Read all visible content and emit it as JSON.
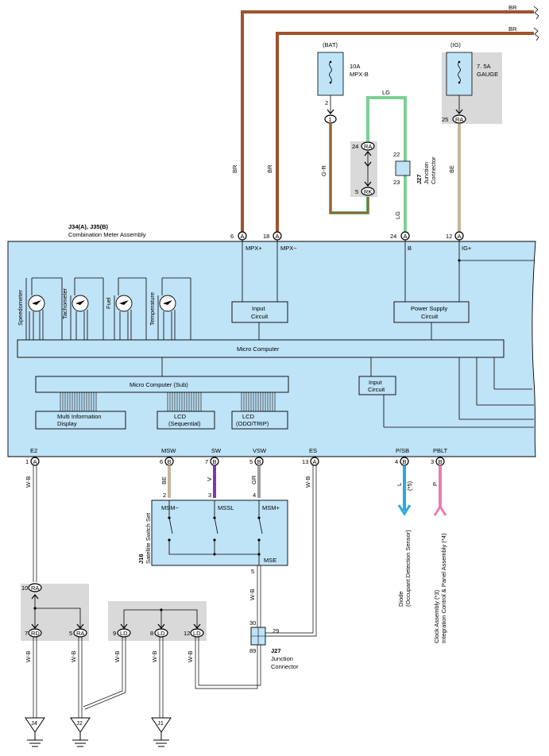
{
  "wires": {
    "br_top_1": "BR",
    "br_top_2": "BR",
    "br_left_1": "BR",
    "br_left_2": "BR",
    "lg_top": "LG",
    "lg_side": "LG",
    "g_r": "G-R",
    "be_right": "BE",
    "w_b_e2": "W-B",
    "be_msw": "BE",
    "v_sw": "V",
    "gr_vsw": "GR",
    "w_b_es": "W-B",
    "l_psb": "L",
    "l_psb_note": "(*5)",
    "p_pblt": "P",
    "w_b_mse": "W-B",
    "w_b_j4": "W-B",
    "w_b_j2a": "W-B",
    "w_b_9": "W-B",
    "w_b_8": "W-B",
    "w_b_12": "W-B"
  },
  "fuses": {
    "bat": {
      "supply": "(BAT)",
      "rating": "10A",
      "name": "MPX-B",
      "pin": "2",
      "connector": "1"
    },
    "ig": {
      "supply": "(IG)",
      "rating": "7. 5A",
      "name": "GAUGE",
      "pin": "25",
      "connector": "RA"
    }
  },
  "junction_top": {
    "pin_ra": "24",
    "ra": "RA",
    "pin_rk": "5",
    "rk": "RK",
    "j27_pin_top": "22",
    "j27_pin_bottom": "23",
    "j27_id": "J27",
    "j27_name_1": "Junction",
    "j27_name_2": "Connector"
  },
  "meter": {
    "id": "J34(A), J35(B)",
    "name": "Combination Meter Assembly",
    "top_pins": [
      {
        "num": "6",
        "conn": "A",
        "label": "MPX+"
      },
      {
        "num": "18",
        "conn": "A",
        "label": "MPX−"
      },
      {
        "num": "24",
        "conn": "A",
        "label": "B"
      },
      {
        "num": "12",
        "conn": "A",
        "label": "IG+"
      }
    ],
    "gauges": [
      "Speedometer",
      "Tachometer",
      "Fuel",
      "Temperature"
    ],
    "input_circuit_1": [
      "Input",
      "Circuit"
    ],
    "power_supply": [
      "Power Supply",
      "Circuit"
    ],
    "micro_computer": "Micro Computer",
    "micro_sub": "Micro Computer (Sub)",
    "input_circuit_2": [
      "Input",
      "Circuit"
    ],
    "mid": [
      "Multi Information",
      "Display"
    ],
    "lcd_seq": [
      "LCD",
      "(Sequential)"
    ],
    "lcd_odo": [
      "LCD",
      "(ODO/TRIP)"
    ],
    "bottom_pins": [
      {
        "label": "E2",
        "num": "1",
        "conn": "A"
      },
      {
        "label": "MSW",
        "num": "6",
        "conn": "B"
      },
      {
        "label": "SW",
        "num": "7",
        "conn": "B"
      },
      {
        "label": "VSW",
        "num": "5",
        "conn": "B"
      },
      {
        "label": "ES",
        "num": "13",
        "conn": "A"
      },
      {
        "label": "P/SB",
        "num": "4",
        "conn": "B"
      },
      {
        "label": "PBLT",
        "num": "3",
        "conn": "B"
      }
    ]
  },
  "switch_set": {
    "id": "J16",
    "name": "Satellite Switch Set",
    "pins": [
      "2",
      "3",
      "4"
    ],
    "switches": [
      "MSM−",
      "MSSL",
      "MSM+"
    ],
    "mse": "MSE",
    "mse_pin": "5"
  },
  "j27_bottom": {
    "pin_top": "30",
    "pin_right": "29",
    "pin_bottom": "89",
    "id": "J27",
    "name_1": "Junction",
    "name_2": "Connector"
  },
  "diode": {
    "line1": "Diode",
    "line2": "(Occupant Detection Sensor)"
  },
  "clock": {
    "line1": "Clock Assembly (*3)",
    "line2": "Integration Control & Panel Assembly (*4)"
  },
  "ground_left": {
    "top_pin": "10",
    "top_conn": "RA",
    "pin_rd": "7",
    "rd": "RD",
    "pin_ra": "5",
    "ra": "RA"
  },
  "ground_right": {
    "pins": [
      {
        "num": "9",
        "conn": "LD"
      },
      {
        "num": "8",
        "conn": "LD"
      },
      {
        "num": "12",
        "conn": "LD"
      }
    ]
  },
  "grounds": [
    "J4",
    "J2",
    "J1"
  ]
}
